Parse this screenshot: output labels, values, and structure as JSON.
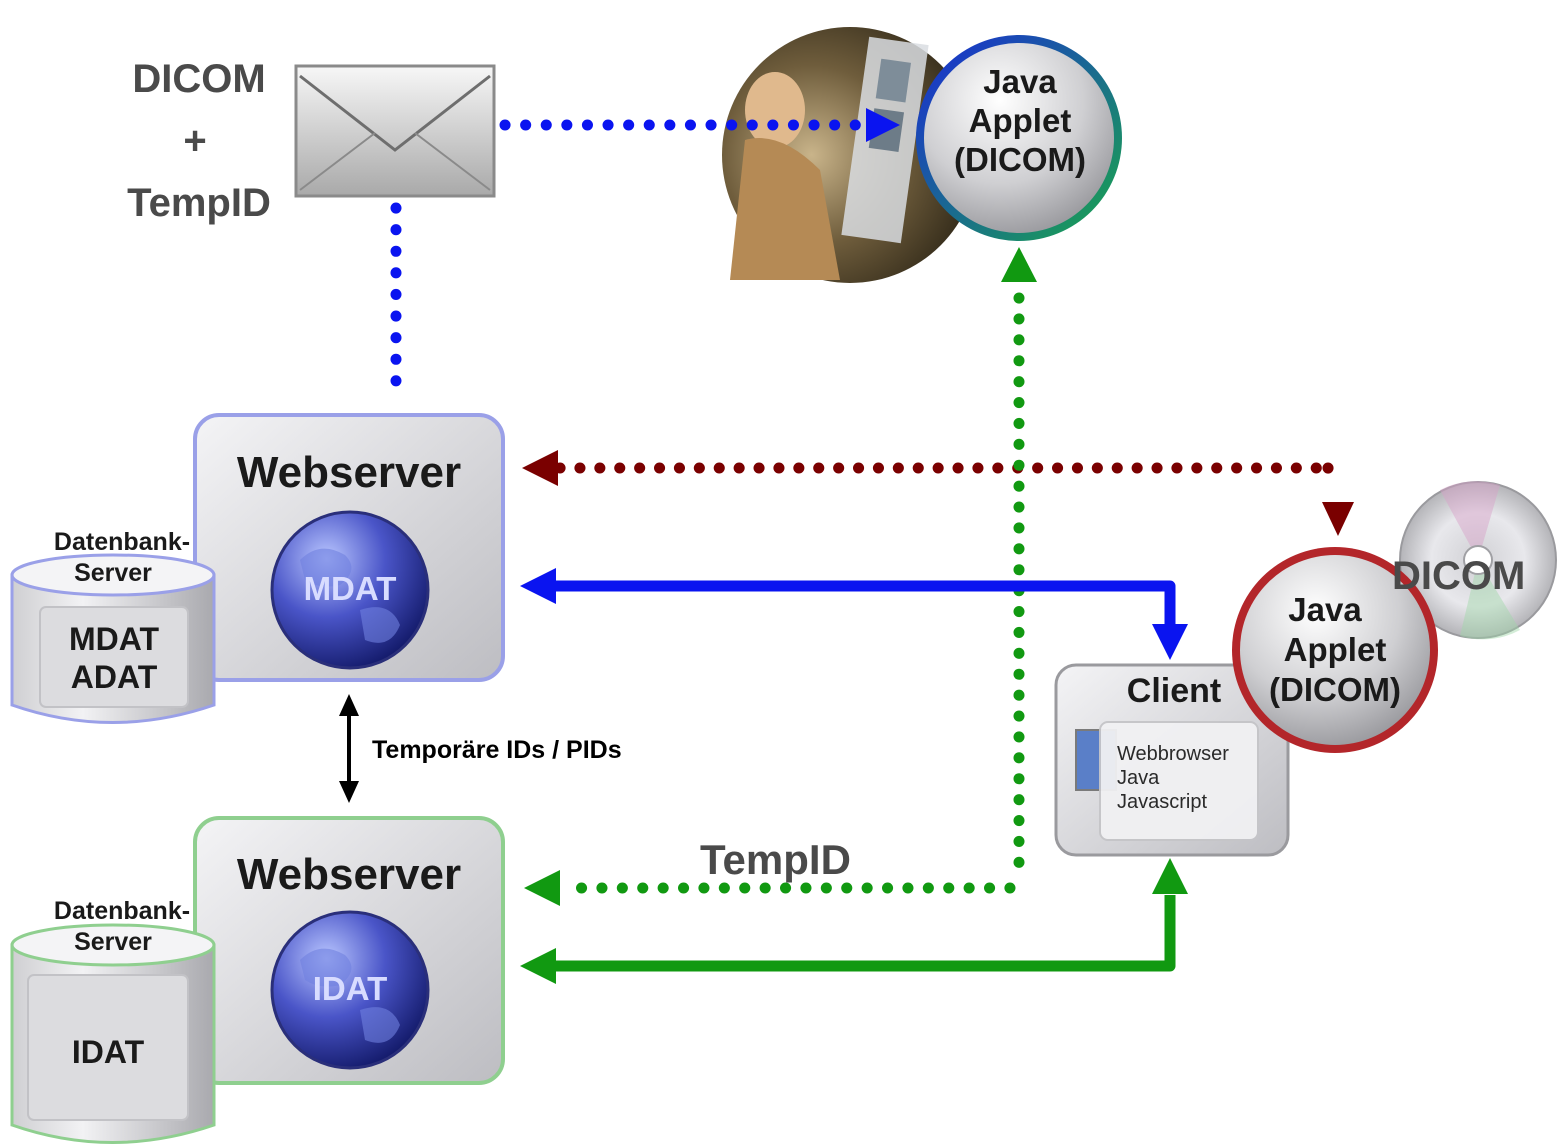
{
  "mail": {
    "label_line1": "DICOM",
    "label_line2": "+",
    "label_line3": "TempID"
  },
  "applet_top": {
    "line1": "Java",
    "line2": "Applet",
    "line3": "(DICOM)"
  },
  "webserver_mdat": {
    "title": "Webserver",
    "globe_label": "MDAT"
  },
  "db_mdat": {
    "label_line1": "Datenbank-",
    "label_line2": "Server",
    "content_line1": "MDAT",
    "content_line2": "ADAT"
  },
  "webserver_idat": {
    "title": "Webserver",
    "globe_label": "IDAT"
  },
  "db_idat": {
    "label_line1": "Datenbank-",
    "label_line2": "Server",
    "content_line1": "IDAT"
  },
  "link_between_servers": {
    "label": "Temporäre IDs / PIDs"
  },
  "tempid_flow": {
    "label": "TempID"
  },
  "client": {
    "title": "Client",
    "items": [
      "Webbrowser",
      "Java",
      "Javascript"
    ]
  },
  "applet_client": {
    "line1": "Java",
    "line2": "Applet",
    "line3": "(DICOM)"
  },
  "cd": {
    "label": "DICOM"
  },
  "colors": {
    "blue": "#0a14f0",
    "green": "#119911",
    "darkred": "#7a0000",
    "text_gray": "#4a4a4a",
    "mdat_border": "#9aa0e8",
    "idat_border": "#8fcf8f"
  }
}
